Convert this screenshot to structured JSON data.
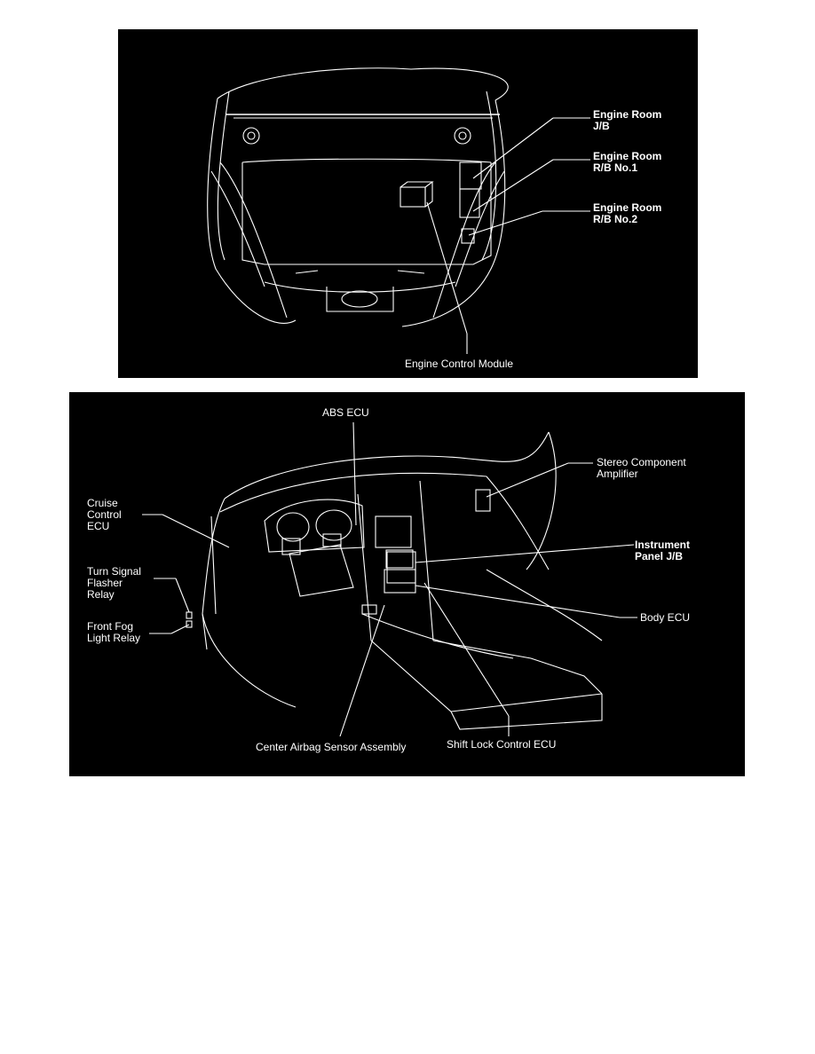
{
  "engine_room_diagram": {
    "labels": {
      "engine_room_jb": "Engine Room\nJ/B",
      "engine_room_rb1": "Engine Room\nR/B No.1",
      "engine_room_rb2": "Engine Room\nR/B No.2",
      "engine_control_module": "Engine Control Module"
    }
  },
  "interior_diagram": {
    "labels": {
      "abs_ecu": "ABS ECU",
      "stereo_amplifier": "Stereo Component\nAmplifier",
      "cruise_control_ecu": "Cruise\nControl\nECU",
      "turn_signal_flasher_relay": "Turn Signal\nFlasher\nRelay",
      "front_fog_light_relay": "Front Fog\nLight Relay",
      "instrument_panel_jb": "Instrument\nPanel J/B",
      "body_ecu": "Body ECU",
      "center_airbag_sensor": "Center Airbag Sensor Assembly",
      "shift_lock_control_ecu": "Shift Lock Control ECU"
    }
  },
  "colors": {
    "background": "#000000",
    "line": "#ffffff",
    "page": "#ffffff"
  }
}
